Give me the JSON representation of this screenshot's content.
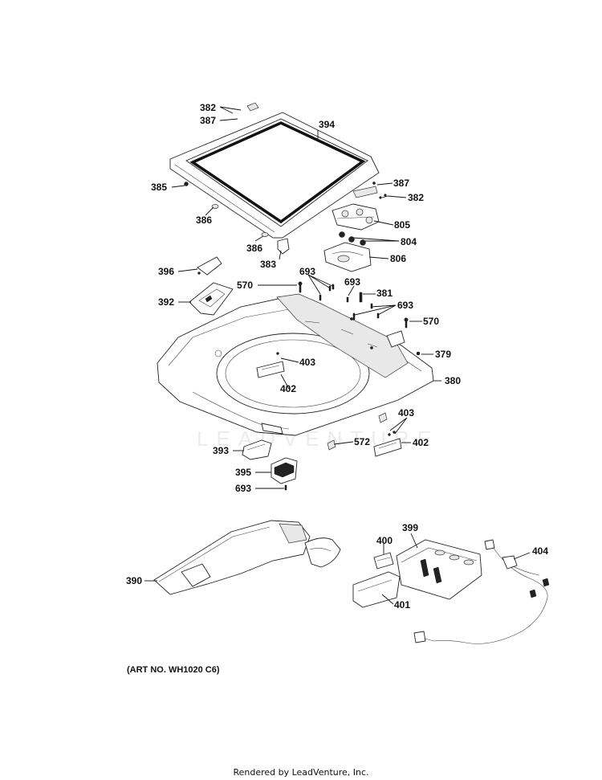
{
  "watermark": "LEADVENTURE",
  "art_number": "(ART NO. WH1020 C6)",
  "footer": "Rendered by LeadVenture, Inc.",
  "callouts": [
    {
      "id": "382a",
      "text": "382"
    },
    {
      "id": "387a",
      "text": "387"
    },
    {
      "id": "394",
      "text": "394"
    },
    {
      "id": "385",
      "text": "385"
    },
    {
      "id": "386a",
      "text": "386"
    },
    {
      "id": "387b",
      "text": "387"
    },
    {
      "id": "382b",
      "text": "382"
    },
    {
      "id": "805",
      "text": "805"
    },
    {
      "id": "804",
      "text": "804"
    },
    {
      "id": "386b",
      "text": "386"
    },
    {
      "id": "383",
      "text": "383"
    },
    {
      "id": "806",
      "text": "806"
    },
    {
      "id": "396",
      "text": "396"
    },
    {
      "id": "693a",
      "text": "693"
    },
    {
      "id": "570a",
      "text": "570"
    },
    {
      "id": "693b",
      "text": "693"
    },
    {
      "id": "381",
      "text": "381"
    },
    {
      "id": "392",
      "text": "392"
    },
    {
      "id": "693c",
      "text": "693"
    },
    {
      "id": "570b",
      "text": "570"
    },
    {
      "id": "379",
      "text": "379"
    },
    {
      "id": "403a",
      "text": "403"
    },
    {
      "id": "380",
      "text": "380"
    },
    {
      "id": "402a",
      "text": "402"
    },
    {
      "id": "403b",
      "text": "403"
    },
    {
      "id": "572",
      "text": "572"
    },
    {
      "id": "402b",
      "text": "402"
    },
    {
      "id": "393",
      "text": "393"
    },
    {
      "id": "395",
      "text": "395"
    },
    {
      "id": "693d",
      "text": "693"
    },
    {
      "id": "399",
      "text": "399"
    },
    {
      "id": "400",
      "text": "400"
    },
    {
      "id": "404",
      "text": "404"
    },
    {
      "id": "390",
      "text": "390"
    },
    {
      "id": "401",
      "text": "401"
    }
  ]
}
